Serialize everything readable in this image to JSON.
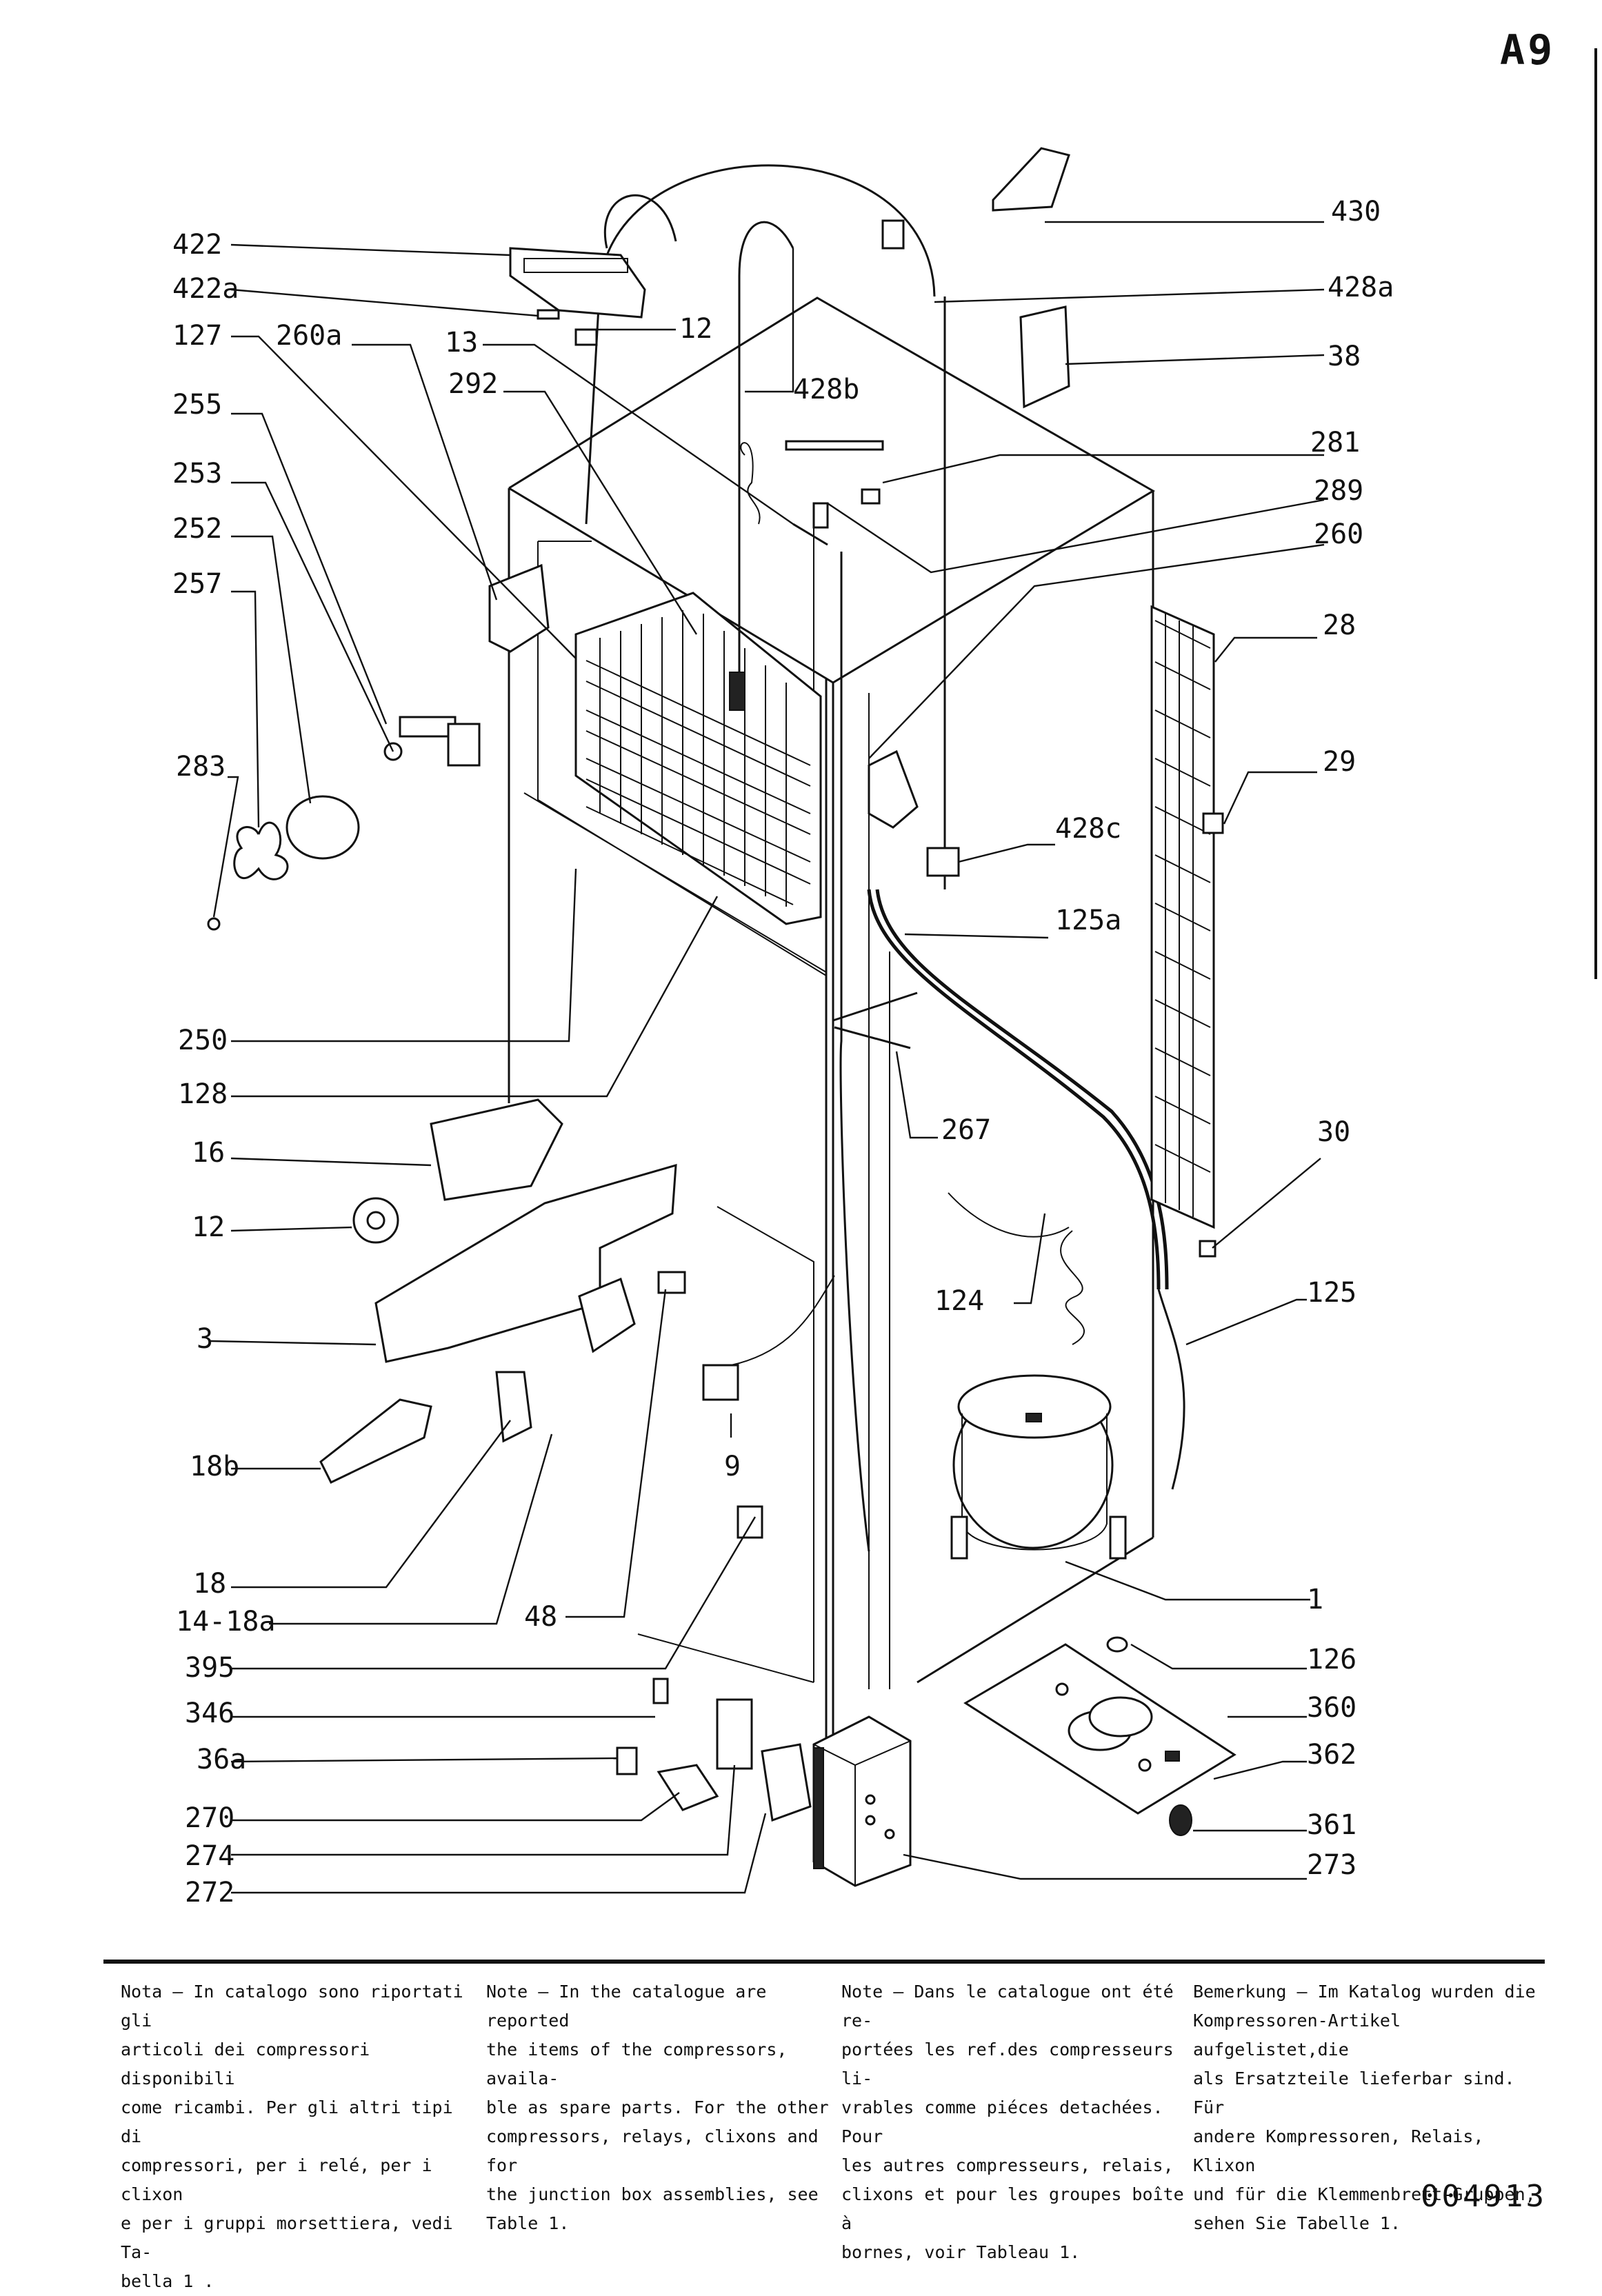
{
  "sheet_id": "A9",
  "document_number": "004913",
  "labels": [
    {
      "id": "422",
      "text": "422"
    },
    {
      "id": "422a",
      "text": "422a"
    },
    {
      "id": "127",
      "text": "127"
    },
    {
      "id": "260a",
      "text": "260a"
    },
    {
      "id": "13",
      "text": "13"
    },
    {
      "id": "12-top",
      "text": "12"
    },
    {
      "id": "292",
      "text": "292"
    },
    {
      "id": "428b",
      "text": "428b"
    },
    {
      "id": "430",
      "text": "430"
    },
    {
      "id": "428a",
      "text": "428a"
    },
    {
      "id": "38",
      "text": "38"
    },
    {
      "id": "281",
      "text": "281"
    },
    {
      "id": "289",
      "text": "289"
    },
    {
      "id": "260",
      "text": "260"
    },
    {
      "id": "255",
      "text": "255"
    },
    {
      "id": "253",
      "text": "253"
    },
    {
      "id": "252",
      "text": "252"
    },
    {
      "id": "257",
      "text": "257"
    },
    {
      "id": "28",
      "text": "28"
    },
    {
      "id": "29",
      "text": "29"
    },
    {
      "id": "283",
      "text": "283"
    },
    {
      "id": "428c",
      "text": "428c"
    },
    {
      "id": "125a",
      "text": "125a"
    },
    {
      "id": "250",
      "text": "250"
    },
    {
      "id": "128",
      "text": "128"
    },
    {
      "id": "267",
      "text": "267"
    },
    {
      "id": "30",
      "text": "30"
    },
    {
      "id": "16",
      "text": "16"
    },
    {
      "id": "12-mid",
      "text": "12"
    },
    {
      "id": "124",
      "text": "124"
    },
    {
      "id": "125",
      "text": "125"
    },
    {
      "id": "3",
      "text": "3"
    },
    {
      "id": "9",
      "text": "9"
    },
    {
      "id": "18b",
      "text": "18b"
    },
    {
      "id": "18",
      "text": "18"
    },
    {
      "id": "14-18a",
      "text": "14-18a"
    },
    {
      "id": "48",
      "text": "48"
    },
    {
      "id": "1",
      "text": "1"
    },
    {
      "id": "395",
      "text": "395"
    },
    {
      "id": "126",
      "text": "126"
    },
    {
      "id": "346",
      "text": "346"
    },
    {
      "id": "360",
      "text": "360"
    },
    {
      "id": "36a",
      "text": "36a"
    },
    {
      "id": "362",
      "text": "362"
    },
    {
      "id": "270",
      "text": "270"
    },
    {
      "id": "361",
      "text": "361"
    },
    {
      "id": "274",
      "text": "274"
    },
    {
      "id": "273",
      "text": "273"
    },
    {
      "id": "272",
      "text": "272"
    }
  ],
  "notes": {
    "it": "Nota – In catalogo sono riportati gli\narticoli dei compressori disponibili\ncome ricambi. Per gli altri tipi di\ncompressori, per i relé, per i clixon\ne per i gruppi morsettiera, vedi Ta-\nbella 1 .",
    "en": "Note – In the catalogue are reported\nthe items of the compressors, availa-\nble as spare parts. For the other\ncompressors, relays, clixons and for\nthe junction box assemblies, see\nTable 1.",
    "fr": "Note – Dans le catalogue ont été re-\nportées les ref.des compresseurs li-\nvrables comme piéces detachées. Pour\nles autres compresseurs, relais,\nclixons et pour les groupes boîte à\nbornes, voir Tableau 1.",
    "de": "Bemerkung – Im Katalog wurden die\nKompressoren-Artikel aufgelistet,die\nals Ersatzteile lieferbar sind. Für\nandere Kompressoren, Relais, Klixon\nund für die Klemmenbrett-Gruppen,\nsehen Sie Tabelle 1."
  }
}
